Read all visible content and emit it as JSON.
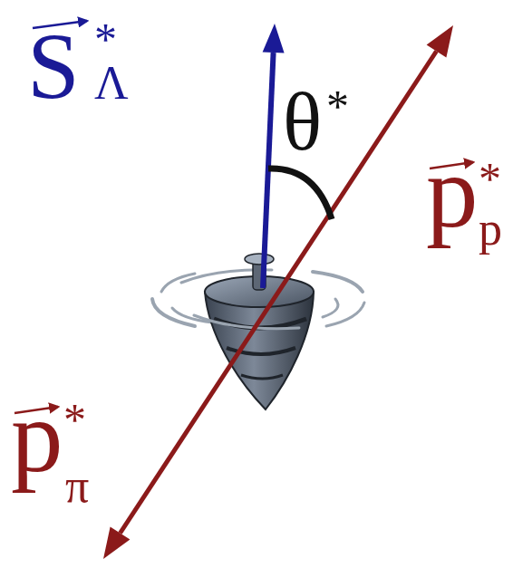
{
  "diagram": {
    "labels": [
      "S",
      "*",
      "Λ",
      "θ",
      "*",
      "p",
      "*",
      "p",
      "p",
      "*",
      "π"
    ]
  }
}
